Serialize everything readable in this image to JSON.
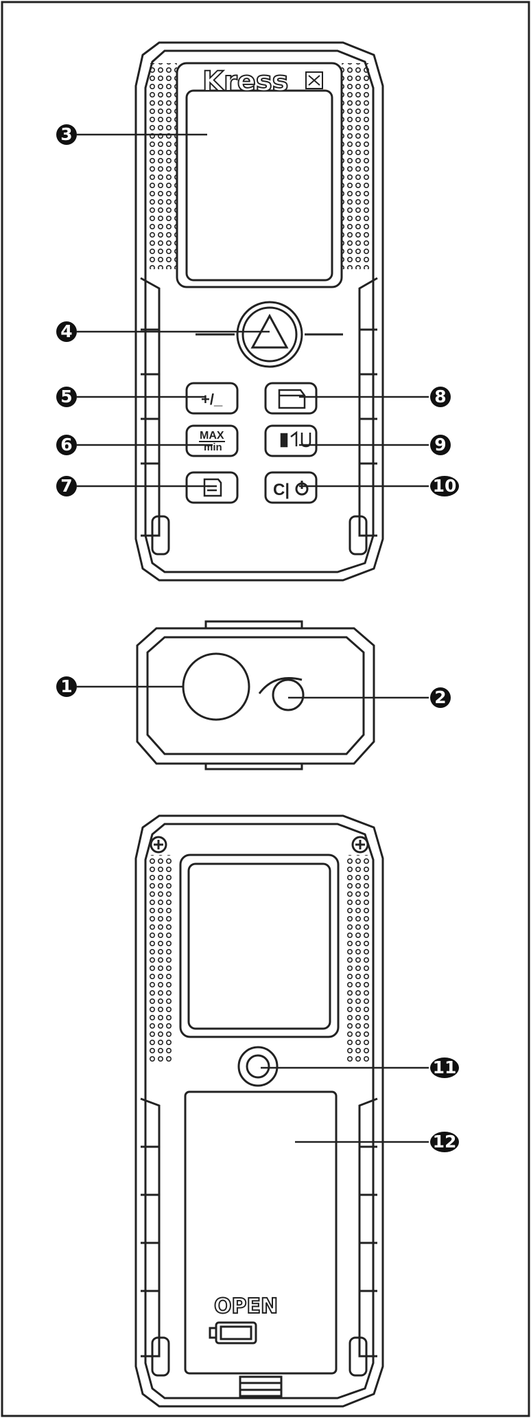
{
  "front": {
    "logo": "Kress",
    "buttons": {
      "plus_minus": "+/_",
      "max": "MAX",
      "min": "min",
      "clear_power": "C|⏻"
    }
  },
  "back": {
    "open_label": "OPEN"
  },
  "callouts": [
    {
      "number": "1",
      "target": "laser-lens"
    },
    {
      "number": "2",
      "target": "receiver-lens"
    },
    {
      "number": "3",
      "target": "display-screen"
    },
    {
      "number": "4",
      "target": "measure-button"
    },
    {
      "number": "5",
      "target": "plus-minus-button"
    },
    {
      "number": "6",
      "target": "max-min-button"
    },
    {
      "number": "7",
      "target": "memory-button"
    },
    {
      "number": "8",
      "target": "area-volume-button"
    },
    {
      "number": "9",
      "target": "unit-reference-button"
    },
    {
      "number": "10",
      "target": "clear-power-button"
    },
    {
      "number": "11",
      "target": "tripod-thread"
    },
    {
      "number": "12",
      "target": "battery-cover"
    }
  ],
  "colors": {
    "line": "#222222",
    "callout_fill": "#111111",
    "background": "#ffffff"
  },
  "icons": [
    "triangle-icon",
    "area-volume-icon",
    "memory-icon",
    "unit-reference-icon",
    "power-icon",
    "battery-icon"
  ]
}
